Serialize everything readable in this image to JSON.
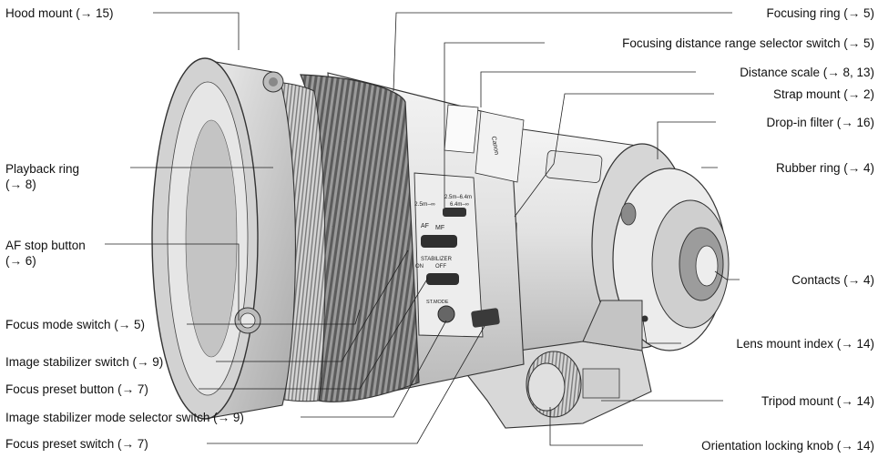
{
  "labels": {
    "hood_mount": "Hood mount (→ 15)",
    "playback_ring_1": "Playback ring",
    "playback_ring_2": "(→ 8)",
    "af_stop_1": "AF stop button",
    "af_stop_2": "(→ 6)",
    "focus_mode": "Focus mode switch (→ 5)",
    "image_stab": "Image stabilizer switch (→ 9)",
    "focus_preset_button": "Focus preset button (→ 7)",
    "stab_mode": "Image stabilizer mode selector switch (→ 9)",
    "focus_preset_switch": "Focus preset switch (→ 7)",
    "focusing_ring": "Focusing ring (→ 5)",
    "distance_range": "Focusing distance range selector switch (→ 5)",
    "distance_scale": "Distance scale (→ 8, 13)",
    "strap_mount": "Strap mount (→ 2)",
    "dropin_filter": "Drop-in filter (→ 16)",
    "rubber_ring": "Rubber ring (→ 4)",
    "contacts": "Contacts (→ 4)",
    "lens_mount_index": "Lens mount index (→ 14)",
    "tripod_mount": "Tripod mount (→ 14)",
    "orientation_knob": "Orientation locking knob (→ 14)"
  },
  "lens_markings": {
    "range_left": "2.5m–∞",
    "range_mid": "2.5m–6.4m",
    "range_right": "6.4m–∞",
    "af": "AF",
    "mf": "MF",
    "stabilizer": "STABILIZER",
    "on": "ON",
    "off": "OFF",
    "stab_mode": "ST.MODE",
    "brand": "Canon"
  }
}
